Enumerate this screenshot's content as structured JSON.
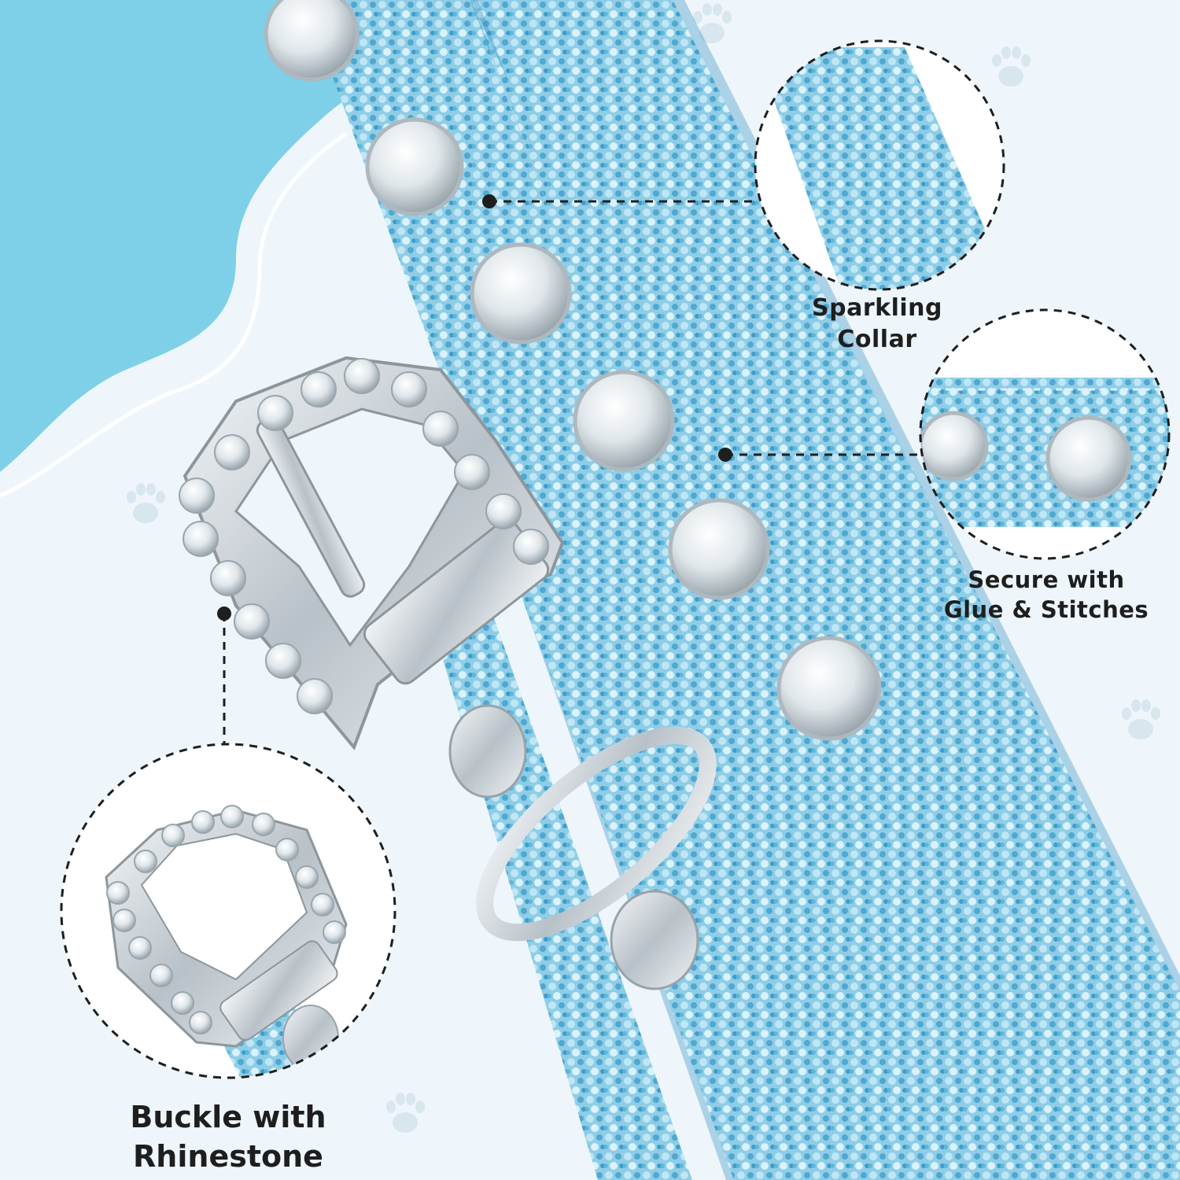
{
  "callouts": {
    "sparkling": {
      "line1": "Sparkling",
      "line2": "Collar"
    },
    "secure": {
      "line1": "Secure with",
      "line2": "Glue & Stitches"
    },
    "buckle": {
      "line1": "Buckle with",
      "line2": "Rhinestone"
    }
  },
  "icons": [
    "paw-print-icon",
    "rhinestone-icon",
    "buckle-icon",
    "d-ring-icon",
    "rivet-icon"
  ],
  "colors": {
    "background": "#eef6fb",
    "blob": "#7ed0e8",
    "strap": "#8fcde6",
    "strap_dark": "#4fa8d2",
    "metal": "#cfd6dc",
    "text": "#1e1e1e"
  }
}
